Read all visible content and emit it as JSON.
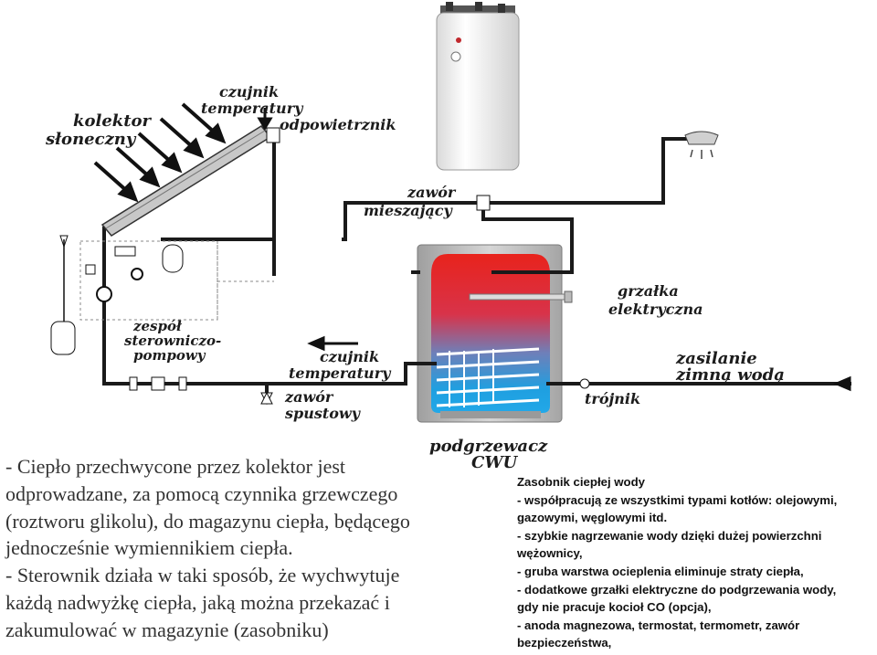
{
  "diagram": {
    "labels": {
      "kolektor": [
        "kolektor",
        "słoneczny"
      ],
      "czujnik_top": [
        "czujnik",
        "temperatury"
      ],
      "odpowietrznik": "odpowietrznik",
      "zawor_mieszajacy": [
        "zawór",
        "mieszający"
      ],
      "grzalka": [
        "grzałka",
        "elektryczna"
      ],
      "zespol": [
        "zespół",
        "sterowniczo-",
        "pompowy"
      ],
      "czujnik_bottom": [
        "czujnik",
        "temperatury"
      ],
      "zasilanie": [
        "zasilanie",
        "zimną wodą"
      ],
      "zawor_spustowy": [
        "zawór",
        "spustowy"
      ],
      "trojnik": "trójnik",
      "podgrzewacz": [
        "podgrzewacz",
        "CWU"
      ]
    },
    "colors": {
      "pipe": "#1a1a1a",
      "tank_hot": "#e8231c",
      "tank_mid": "#6f7fb8",
      "tank_cold": "#1f9fe0",
      "boiler_shell": "#f4f4f4",
      "casing": "#bdbdbd"
    }
  },
  "left_text": [
    "- Ciepło przechwycone przez kolektor jest",
    "odprowadzane, za pomocą czynnika grzewczego",
    "(roztworu glikolu), do magazynu ciepła, będącego",
    "jednocześnie wymiennikiem ciepła.",
    "- Sterownik działa w taki sposób, że wychwytuje",
    "każdą nadwyżkę ciepła, jaką można przekazać i",
    "zakumulować w magazynie (zasobniku)"
  ],
  "right_text": [
    "Zasobnik ciepłej wody",
    " - współpracują ze wszystkimi typami kotłów: olejowymi,",
    "gazowymi, węglowymi itd.",
    "- szybkie nagrzewanie wody dzięki dużej powierzchni",
    "wężownicy,",
    "- gruba warstwa ocieplenia eliminuje straty ciepła,",
    "- dodatkowe grzałki elektryczne do podgrzewania wody,",
    "gdy nie pracuje kocioł CO (opcja),",
    "- anoda magnezowa, termostat, termometr, zawór",
    "bezpieczeństwa,"
  ]
}
